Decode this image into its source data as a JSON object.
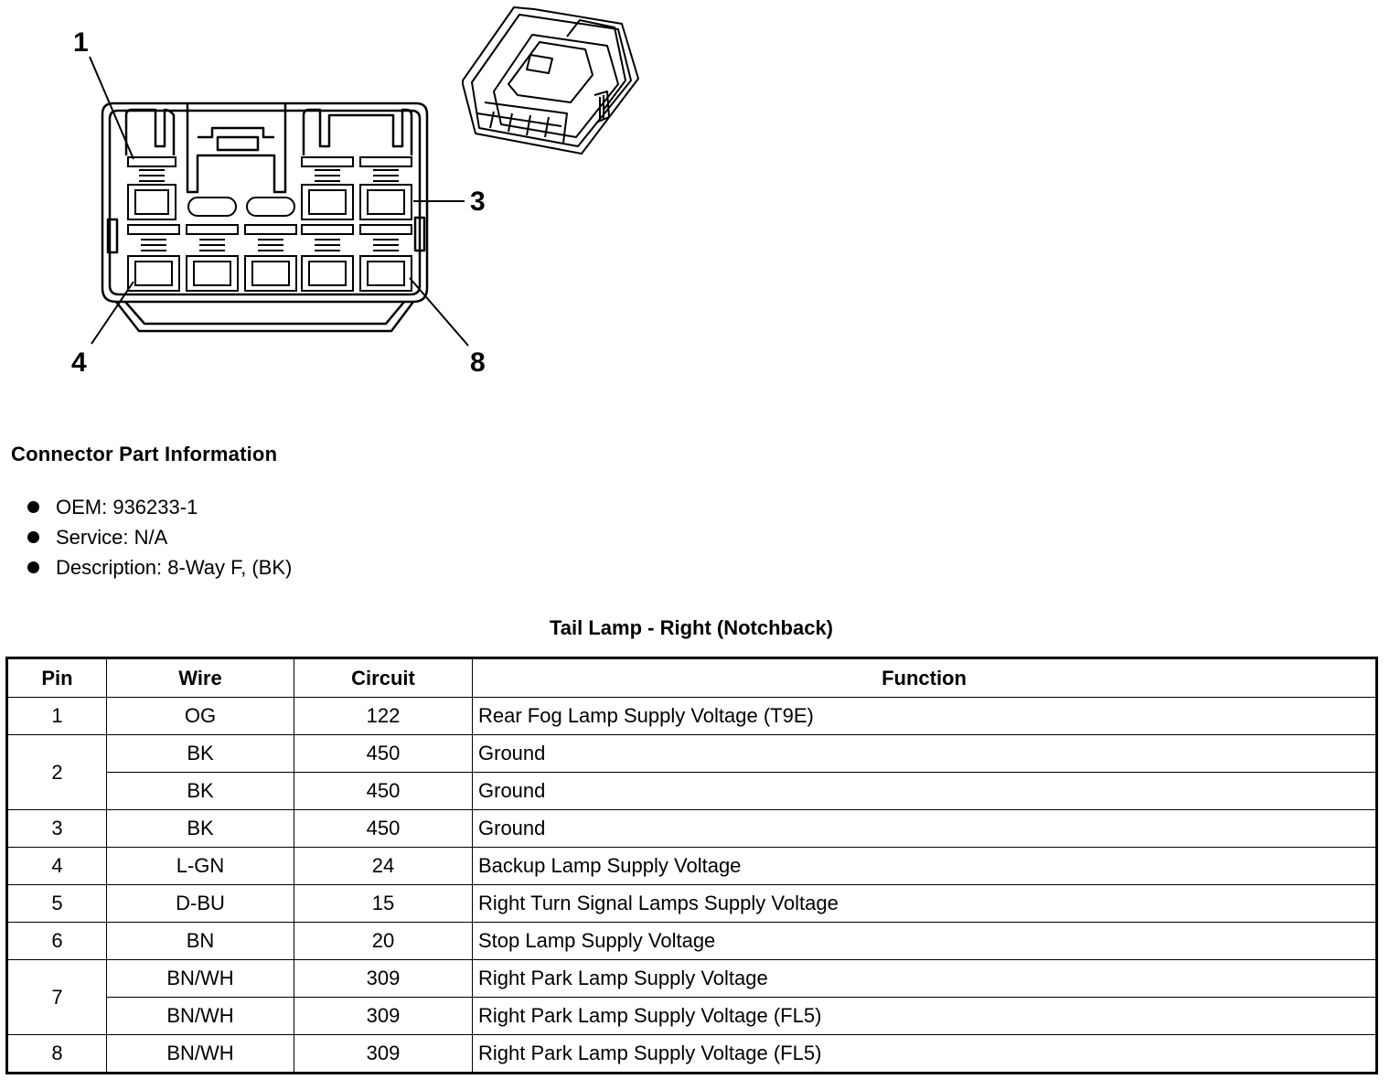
{
  "diagram": {
    "pin_callouts": [
      "1",
      "3",
      "4",
      "8"
    ]
  },
  "connector_info": {
    "title": "Connector Part Information",
    "items": [
      "OEM: 936233-1",
      "Service: N/A",
      "Description: 8-Way F, (BK)"
    ]
  },
  "table": {
    "title": "Tail Lamp - Right (Notchback)",
    "headers": [
      "Pin",
      "Wire",
      "Circuit",
      "Function"
    ],
    "rows": [
      {
        "pin": "1",
        "wire": "OG",
        "circuit": "122",
        "function": "Rear Fog Lamp Supply Voltage (T9E)"
      },
      {
        "pin": "2",
        "wire": "BK",
        "circuit": "450",
        "function": "Ground"
      },
      {
        "pin": "",
        "wire": "BK",
        "circuit": "450",
        "function": "Ground"
      },
      {
        "pin": "3",
        "wire": "BK",
        "circuit": "450",
        "function": "Ground"
      },
      {
        "pin": "4",
        "wire": "L-GN",
        "circuit": "24",
        "function": "Backup Lamp Supply Voltage"
      },
      {
        "pin": "5",
        "wire": "D-BU",
        "circuit": "15",
        "function": "Right Turn Signal Lamps Supply Voltage"
      },
      {
        "pin": "6",
        "wire": "BN",
        "circuit": "20",
        "function": "Stop Lamp Supply Voltage"
      },
      {
        "pin": "7",
        "wire": "BN/WH",
        "circuit": "309",
        "function": "Right Park Lamp Supply Voltage"
      },
      {
        "pin": "",
        "wire": "BN/WH",
        "circuit": "309",
        "function": "Right Park Lamp Supply Voltage (FL5)"
      },
      {
        "pin": "8",
        "wire": "BN/WH",
        "circuit": "309",
        "function": "Right Park Lamp Supply Voltage (FL5)"
      }
    ]
  }
}
